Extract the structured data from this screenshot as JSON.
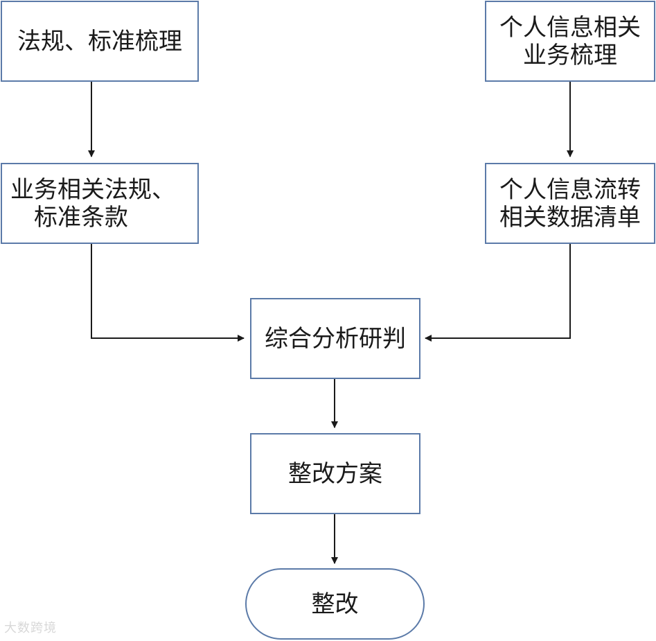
{
  "nodes": {
    "laws_review": {
      "lines": [
        "法规、标准梳理"
      ]
    },
    "business_review": {
      "lines": [
        "个人信息相关",
        "业务梳理"
      ]
    },
    "clauses": {
      "lines": [
        "业务相关法规、",
        "标准条款"
      ]
    },
    "data_list": {
      "lines": [
        "个人信息流转",
        "相关数据清单"
      ]
    },
    "analysis": {
      "lines": [
        "综合分析研判"
      ]
    },
    "plan": {
      "lines": [
        "整改方案"
      ]
    },
    "rectify": {
      "lines": [
        "整改"
      ]
    }
  },
  "watermark": "大数跨境",
  "colors": {
    "border": "#5b7aa8",
    "arrow": "#1a1a1a"
  }
}
